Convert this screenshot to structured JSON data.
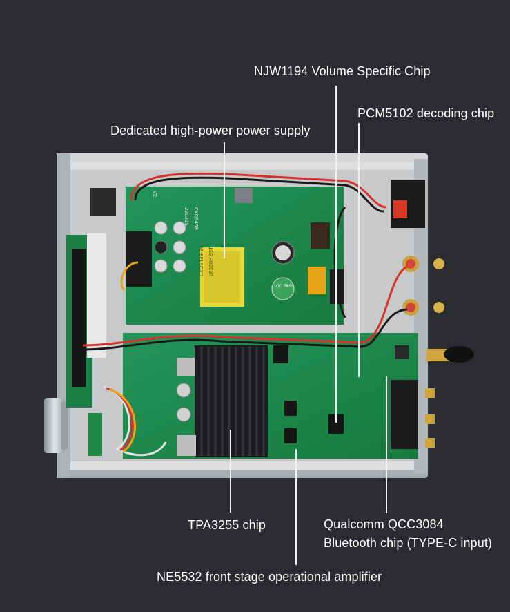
{
  "callouts": {
    "njw1194": "NJW1194 Volume Specific Chip",
    "pcm5102": "PCM5102 decoding chip",
    "power_supply": "Dedicated high-power power supply",
    "tpa3255": "TPA3255 chip",
    "qcc3084_line1": "Qualcomm QCC3084",
    "qcc3084_line2": "Bluetooth chip (TYPE-C input)",
    "ne5532": "NE5532 front stage operational amplifier"
  },
  "board_markings": {
    "transformer": "CXQS438-36",
    "transformer_sub": "LR300H SST",
    "board_id": "CXQS438",
    "board_date": "220315",
    "qc_sticker": "QC PASS",
    "board_rev": "V2"
  },
  "colors": {
    "background": "#2b2c30",
    "pcb_green": "#1f8a46",
    "chassis": "#b9bcbf",
    "heatsink": "#1c1d20"
  }
}
